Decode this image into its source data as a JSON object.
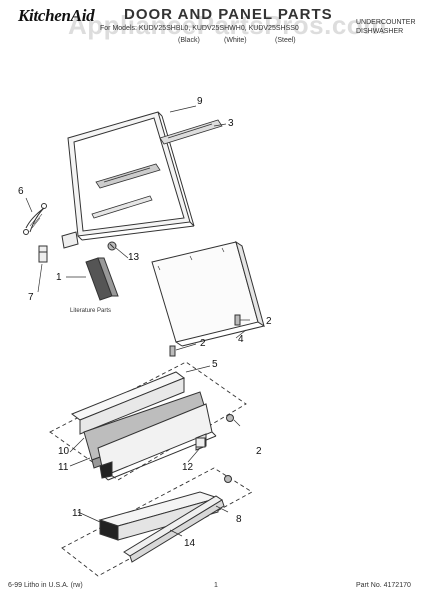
{
  "header": {
    "brand": "KitchenAid",
    "title": "DOOR AND PANEL PARTS",
    "models": "For Models: KUDV25SHBL0, KUDV25SHWH0, KUDV25SHSS0",
    "color_black": "(Black)",
    "color_white": "(White)",
    "color_steel": "(Steel)",
    "appliance_type_line1": "UNDERCOUNTER",
    "appliance_type_line2": "DISHWASHER",
    "watermark": "AppliancePartsPros.com"
  },
  "callouts": {
    "c9": "9",
    "c3": "3",
    "c6": "6",
    "c13": "13",
    "c1": "1",
    "c7": "7",
    "c2a": "2",
    "c4": "4",
    "c2b": "2",
    "c5": "5",
    "c10": "10",
    "c11a": "11",
    "c12": "12",
    "c2c": "2",
    "c8": "8",
    "c11b": "11",
    "c14": "14"
  },
  "literature_label": "Literature Parts",
  "footer": {
    "litho": "6-99 Litho in U.S.A. (rw)",
    "page": "1",
    "part_no": "Part No. 4172170"
  }
}
